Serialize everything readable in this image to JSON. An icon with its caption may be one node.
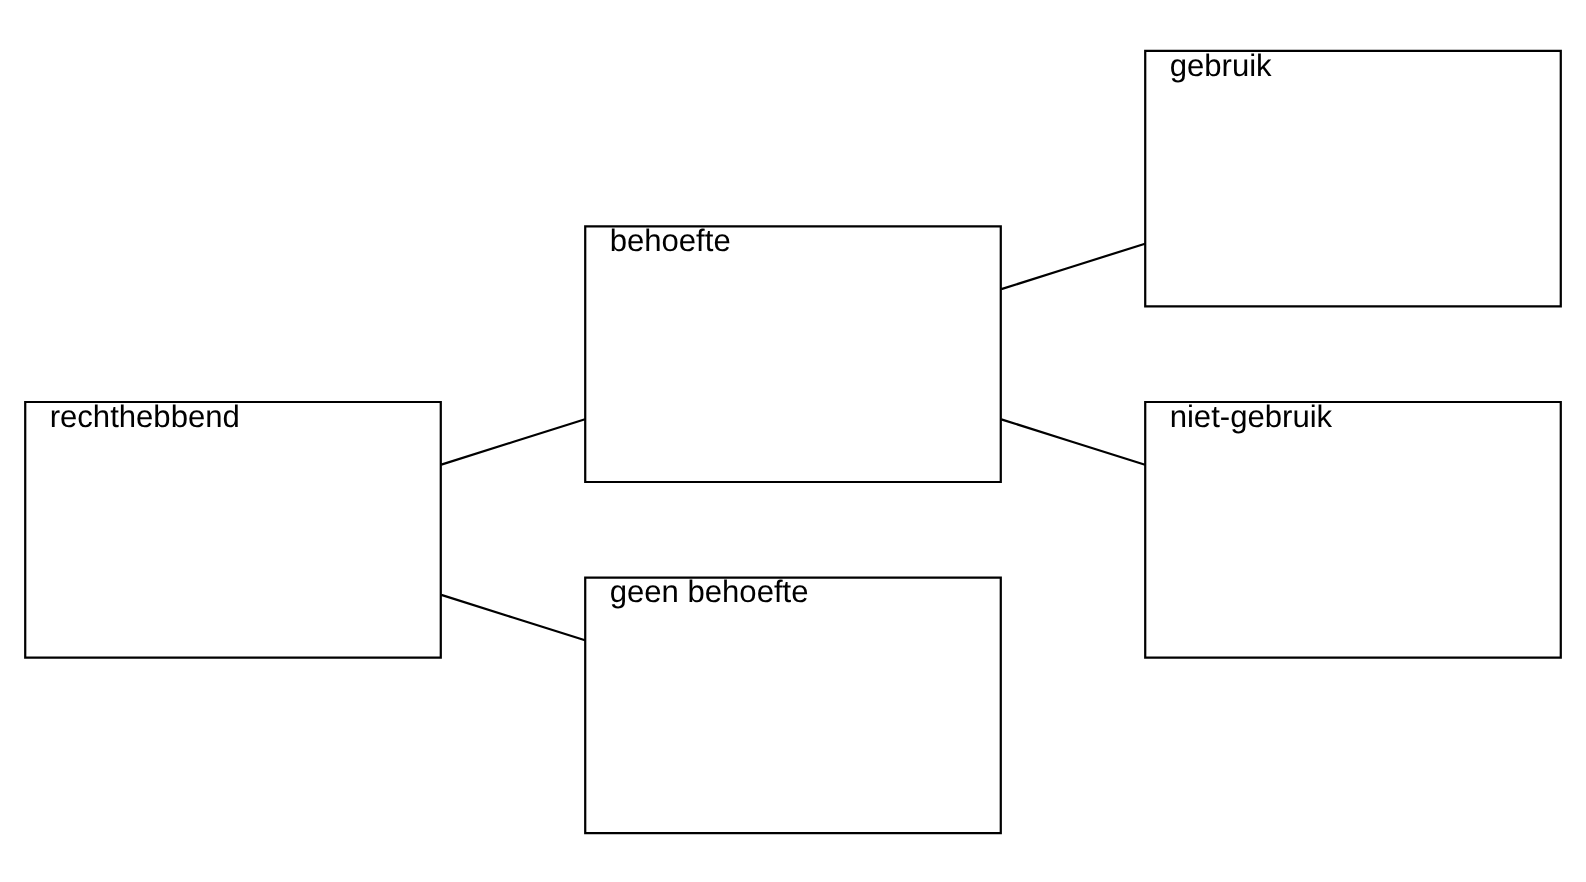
{
  "diagram": {
    "nodes": [
      {
        "text": [
          "rechthebbend"
        ]
      },
      {
        "text": [
          "behoefte"
        ]
      },
      {
        "text": [
          "geen behoefte"
        ]
      },
      {
        "text": [
          "gebruik"
        ]
      },
      {
        "text": [
          "niet-gebruik"
        ]
      }
    ],
    "edges": [
      {
        "from": 0,
        "to": 1,
        "arrow": "none"
      },
      {
        "from": 0,
        "to": 2,
        "arrow": "none"
      },
      {
        "from": 1,
        "to": 3,
        "arrow": "none"
      },
      {
        "from": 1,
        "to": 4,
        "arrow": "none"
      }
    ]
  }
}
